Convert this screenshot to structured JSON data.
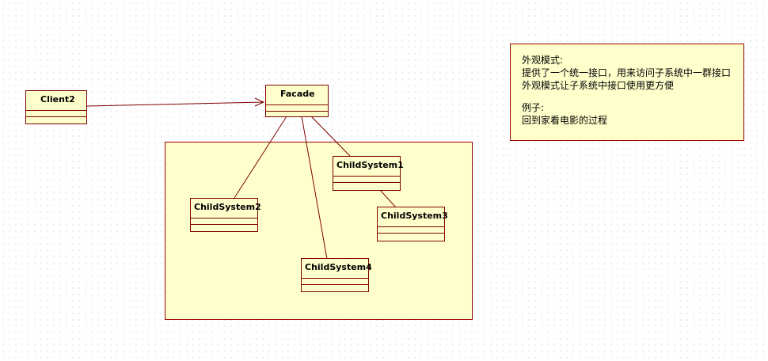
{
  "classes": {
    "client2": "Client2",
    "facade": "Facade",
    "child1": "ChildSystem1",
    "child2": "ChildSystem2",
    "child3": "ChildSystem3",
    "child4": "ChildSystem4"
  },
  "note": {
    "title": "外观模式:",
    "desc1": "提供了一个统一接口，用来访问子系统中一群接口",
    "desc2": "外观模式让子系统中接口使用更方便",
    "example_title": "例子:",
    "example": "回到家看电影的过程"
  },
  "colors": {
    "fill": "#ffffcc",
    "border": "#800000",
    "line": "#800000"
  }
}
